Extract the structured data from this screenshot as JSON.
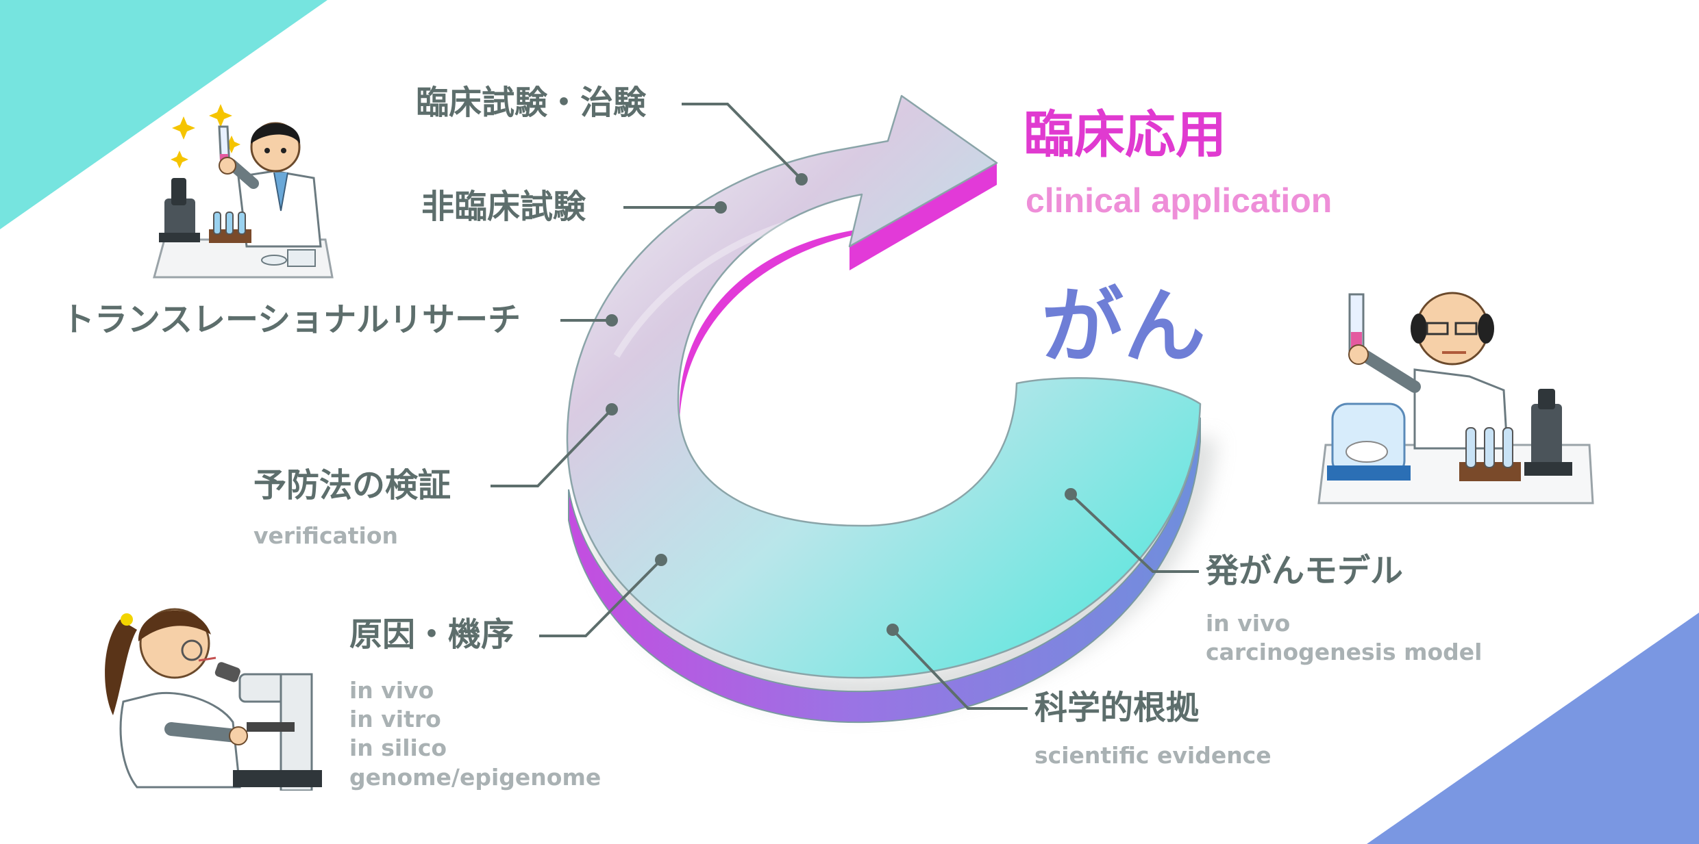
{
  "colors": {
    "accent_magenta": "#e03ad0",
    "accent_pink": "#ee8ed8",
    "accent_blue": "#6e7ed6",
    "teal": "#6fe3de",
    "label_gray": "#5d6e6c",
    "sub_gray": "#a9b1b3"
  },
  "header": {
    "title_jp": "臨床応用",
    "title_en": "clinical application"
  },
  "center": {
    "label": "がん"
  },
  "stages": {
    "clinical_trial": {
      "label": "臨床試験・治験"
    },
    "non_clinical": {
      "label": "非臨床試験"
    },
    "translational": {
      "label": "トランスレーショナルリサーチ"
    },
    "prevention": {
      "label": "予防法の検証",
      "sub": [
        "verification"
      ]
    },
    "cause": {
      "label": "原因・機序",
      "sub": [
        "in vivo",
        "in vitro",
        "in silico",
        "genome/epigenome"
      ]
    },
    "evidence": {
      "label": "科学的根拠",
      "sub": [
        "scientific evidence"
      ]
    },
    "model": {
      "label": "発がんモデル",
      "sub": [
        "in vivo",
        "carcinogenesis model"
      ]
    }
  },
  "illustrations": [
    {
      "name": "scientist-with-test-tube-icon"
    },
    {
      "name": "professor-with-mouse-icon"
    },
    {
      "name": "researcher-with-microscope-icon"
    }
  ]
}
